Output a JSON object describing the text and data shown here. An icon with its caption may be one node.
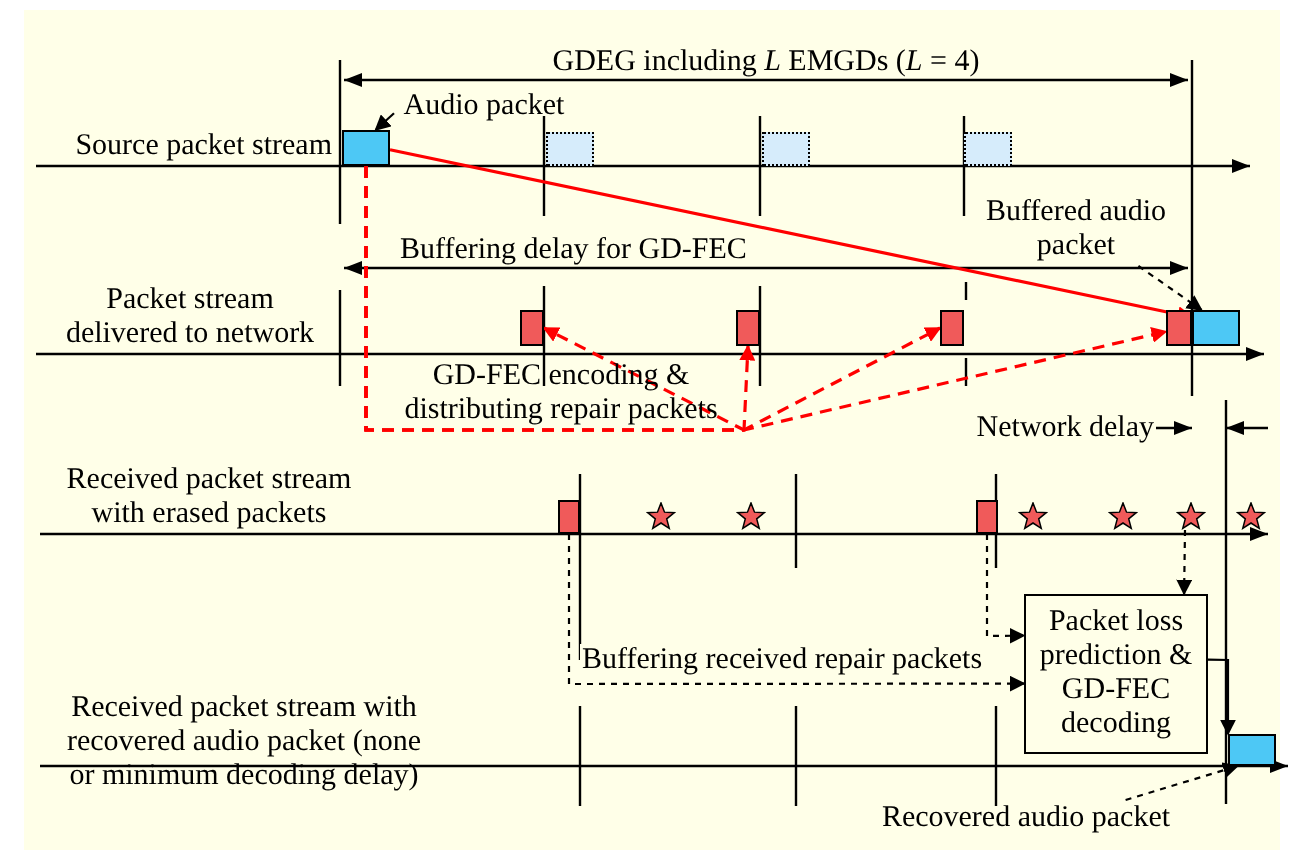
{
  "diagram": {
    "nodes": [
      {
        "text": [
          "Audio packet"
        ]
      },
      {
        "text": [],
        "shape": "box"
      },
      {
        "text": [],
        "shape": "box"
      },
      {
        "text": [],
        "shape": "box"
      },
      {
        "text": [],
        "shape": "box"
      },
      {
        "text": [
          "Buffered audio packet"
        ]
      },
      {
        "text": [],
        "shape": "box"
      },
      {
        "text": [],
        "shape": "box"
      },
      {
        "text": [],
        "shape": "box"
      },
      {
        "text": [],
        "shape": "box"
      },
      {
        "text": [],
        "shape": "box"
      },
      {
        "text": [],
        "shape": "box"
      },
      {
        "text": [],
        "shape": "star"
      },
      {
        "text": [],
        "shape": "star"
      },
      {
        "text": [],
        "shape": "box"
      },
      {
        "text": [],
        "shape": "star"
      },
      {
        "text": [],
        "shape": "star"
      },
      {
        "text": [],
        "shape": "star"
      },
      {
        "text": [],
        "shape": "star"
      },
      {
        "text": [
          "Packet loss prediction & GD-FEC decoding"
        ]
      },
      {
        "text": [],
        "shape": "box"
      },
      {
        "text": [
          "Recovered audio packet"
        ]
      }
    ],
    "edges": [
      {
        "from": 0,
        "to": 1,
        "arrow": "to"
      },
      {
        "from": 1,
        "to": 10,
        "arrow": "to",
        "color": "#ff0000"
      },
      {
        "from": 1,
        "to": 6,
        "arrow": "to",
        "style": "dashed",
        "color": "#ff0000"
      },
      {
        "from": 1,
        "to": 7,
        "arrow": "to",
        "style": "dashed",
        "color": "#ff0000"
      },
      {
        "from": 1,
        "to": 8,
        "arrow": "to",
        "style": "dashed",
        "color": "#ff0000"
      },
      {
        "from": 1,
        "to": 9,
        "arrow": "to",
        "style": "dashed",
        "color": "#ff0000"
      },
      {
        "from": 5,
        "to": 10,
        "arrow": "to",
        "style": "dashed"
      },
      {
        "from": 11,
        "to": 19,
        "arrow": "to",
        "style": "dashed",
        "label": "Buffering received repair packets"
      },
      {
        "from": 14,
        "to": 19,
        "arrow": "to",
        "style": "dashed"
      },
      {
        "from": 17,
        "to": 19,
        "arrow": "to",
        "style": "dashed"
      },
      {
        "from": 19,
        "to": 20,
        "arrow": "to"
      },
      {
        "from": 21,
        "to": 20,
        "arrow": "to",
        "style": "dashed"
      }
    ],
    "labels": [
      "GDEG including *L* EMGDs (*L* = 4)",
      "Source packet stream",
      "Buffering delay for GD-FEC",
      "Packet stream delivered to network",
      "GD-FEC encoding & distributing repair packets",
      "Network delay",
      "Received packet stream with erased packets",
      "Received packet stream with recovered audio packet (none or minimum decoding delay)"
    ]
  }
}
